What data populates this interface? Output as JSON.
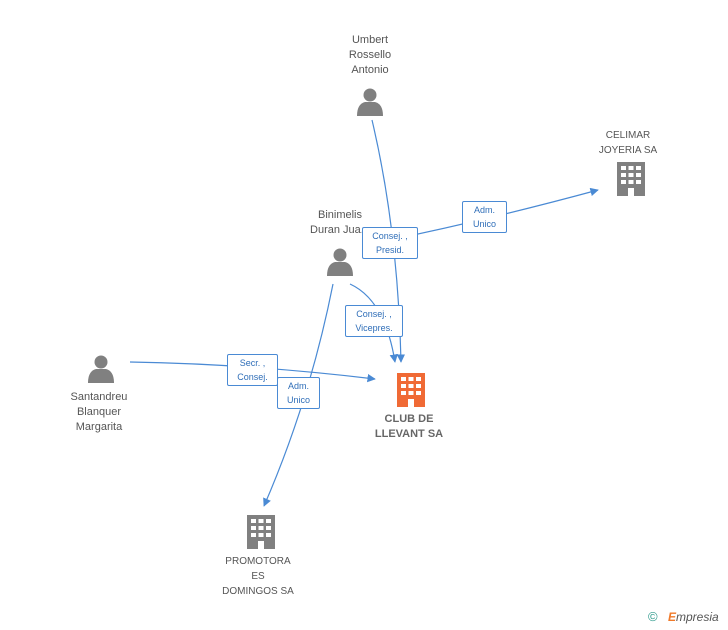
{
  "nodes": {
    "umbert": {
      "label_lines": [
        "Umbert",
        "Rossello",
        "Antonio"
      ]
    },
    "celimar": {
      "label_lines": [
        "CELIMAR",
        "JOYERIA SA"
      ]
    },
    "binimelis": {
      "label_lines": [
        "Binimelis",
        "Duran Jua..."
      ]
    },
    "santandreu": {
      "label_lines": [
        "Santandreu",
        "Blanquer",
        "Margarita"
      ]
    },
    "club": {
      "label_lines": [
        "CLUB DE",
        "LLEVANT SA"
      ]
    },
    "promotora": {
      "label_lines": [
        "PROMOTORA",
        "ES",
        "DOMINGOS SA"
      ]
    }
  },
  "relations": {
    "adm_celimar": [
      "Adm.",
      "Unico"
    ],
    "consej_presid": [
      "Consej. ,",
      "Presid."
    ],
    "consej_vicepres": [
      "Consej. ,",
      "Vicepres."
    ],
    "secr_consej": [
      "Secr. ,",
      "Consej."
    ],
    "adm_promotora": [
      "Adm.",
      "Unico"
    ]
  },
  "colors": {
    "edge": "#4a8ad4",
    "person": "#808080",
    "company": "#808080",
    "main_company": "#f06a35"
  },
  "footer": {
    "copyright": "©",
    "brand_e": "E",
    "brand_rest": "mpresia"
  }
}
